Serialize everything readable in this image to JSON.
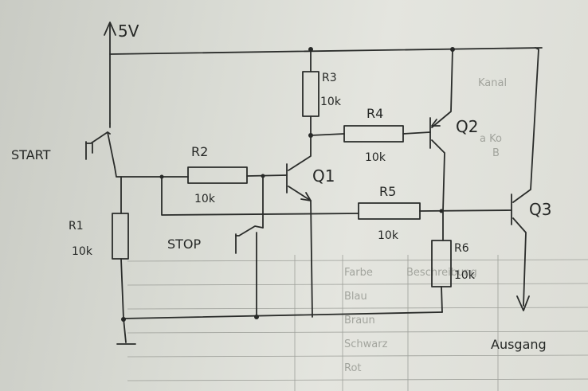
{
  "supply": {
    "label": "5V"
  },
  "switches": {
    "start": "START",
    "stop": "STOP"
  },
  "resistors": {
    "r1": {
      "name": "R1",
      "value": "10k"
    },
    "r2": {
      "name": "R2",
      "value": "10k"
    },
    "r3": {
      "name": "R3",
      "value": "10k"
    },
    "r4": {
      "name": "R4",
      "value": "10k"
    },
    "r5": {
      "name": "R5",
      "value": "10k"
    },
    "r6": {
      "name": "R6",
      "value": "10k"
    }
  },
  "transistors": {
    "q1": "Q1",
    "q2": "Q2",
    "q3": "Q3"
  },
  "output": {
    "label": "Ausgang"
  }
}
